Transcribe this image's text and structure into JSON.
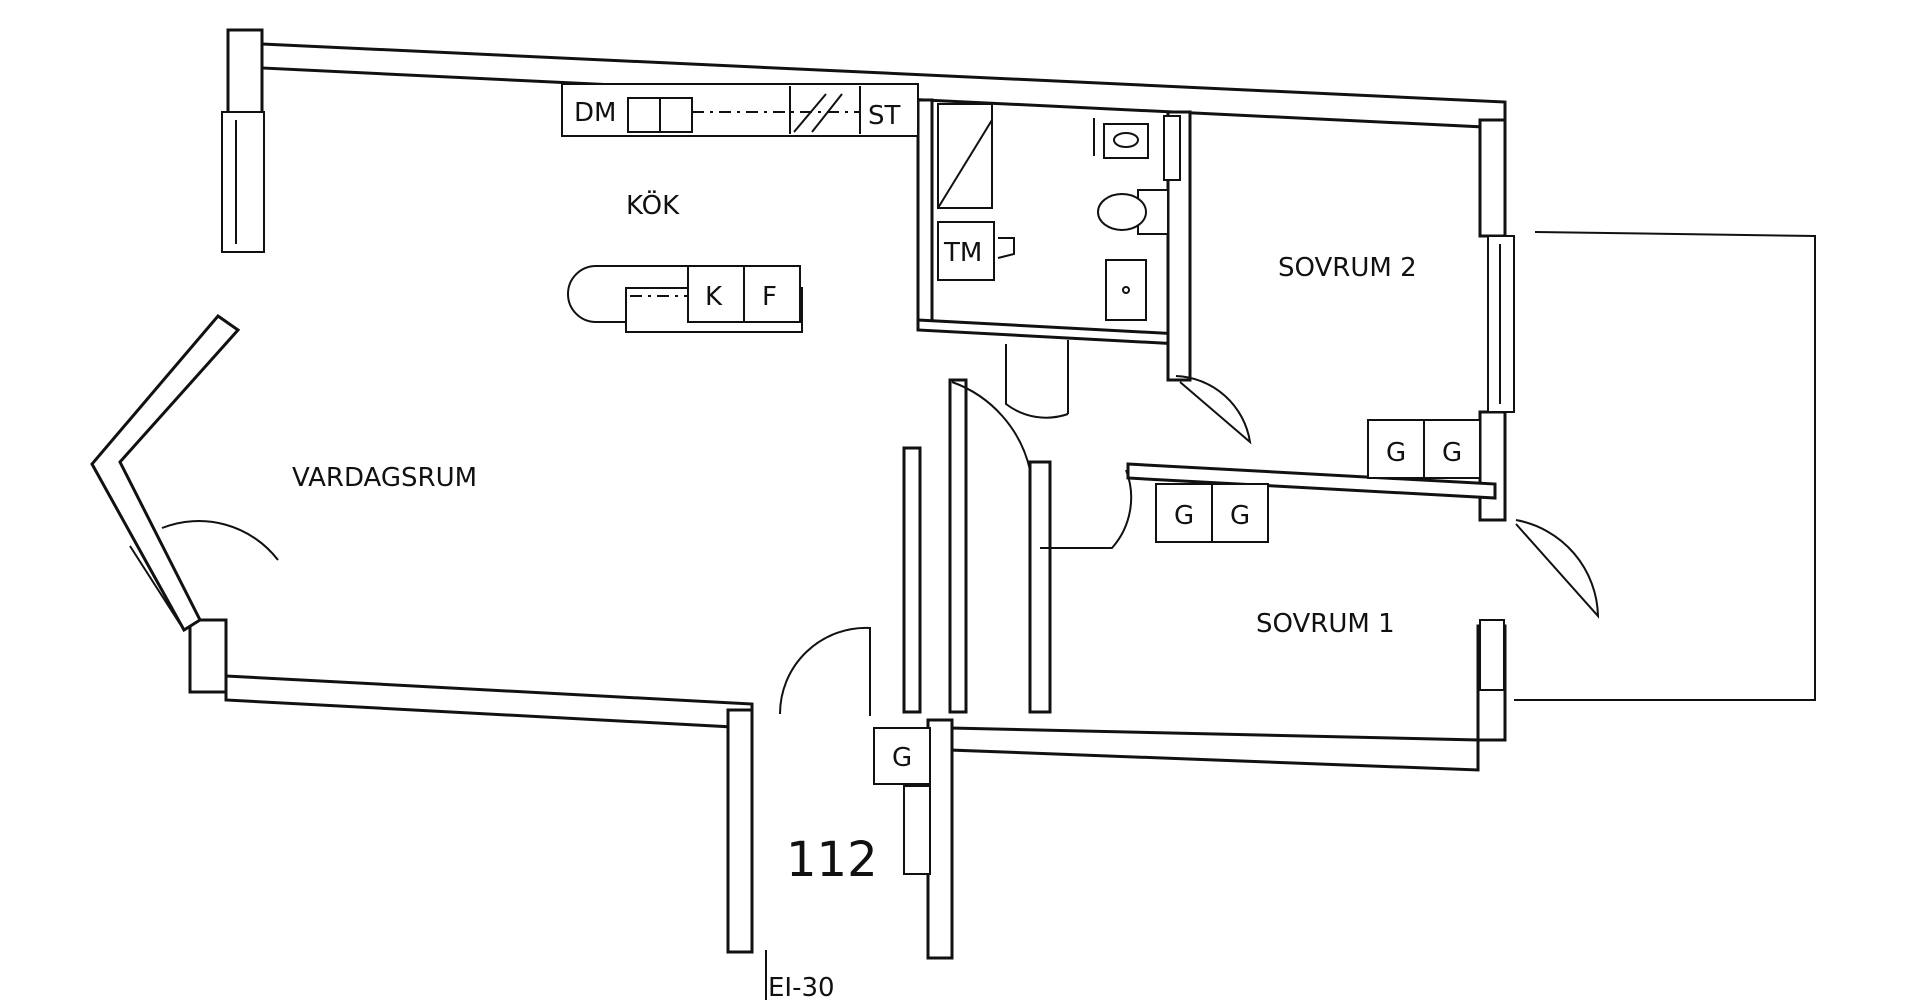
{
  "rooms": {
    "kitchen": "KÖK",
    "living_room": "VARDAGSRUM",
    "bedroom_1": "SOVRUM 1",
    "bedroom_2": "SOVRUM 2"
  },
  "apartment_number": "112",
  "entrance_door_class": "EI-30",
  "fixtures": {
    "dishwasher": "DM",
    "stove": "ST",
    "refrigerator": "K",
    "freezer": "F",
    "washing_machine": "TM",
    "wardrobe": "G"
  }
}
